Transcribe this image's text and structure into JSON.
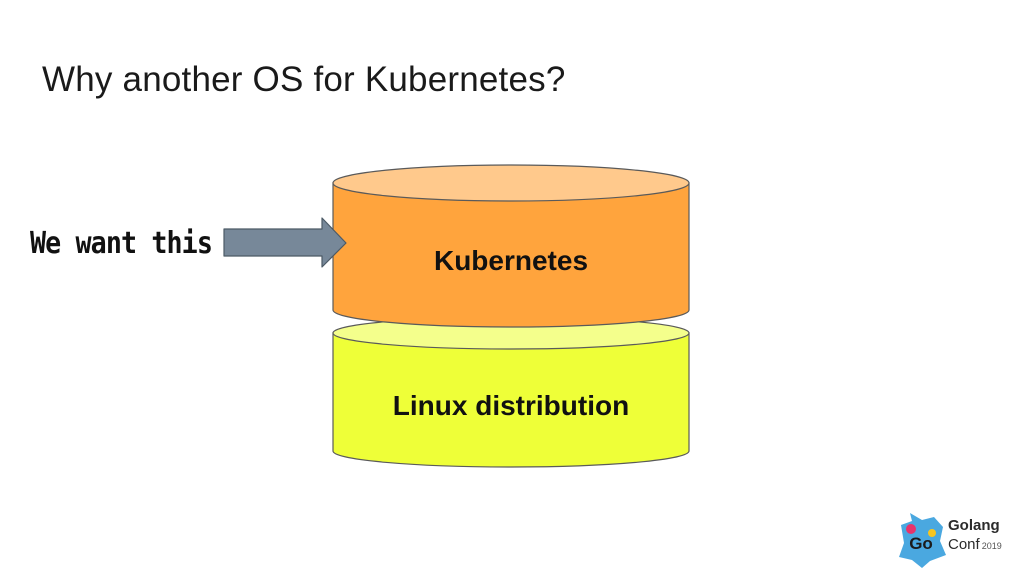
{
  "slide": {
    "title": "Why another OS for Kubernetes?"
  },
  "diagram": {
    "annotation": "We want this",
    "layers": [
      {
        "label": "Kubernetes",
        "fill": "#FFA43D",
        "top_fill": "#FFC98C"
      },
      {
        "label": "Linux distribution",
        "fill": "#EEFF38",
        "top_fill": "#F4FF8C"
      }
    ],
    "arrow_color": "#778899"
  },
  "logo": {
    "line1": "Golang",
    "line2": "Conf",
    "year": "2019",
    "mark_text": "Go"
  }
}
